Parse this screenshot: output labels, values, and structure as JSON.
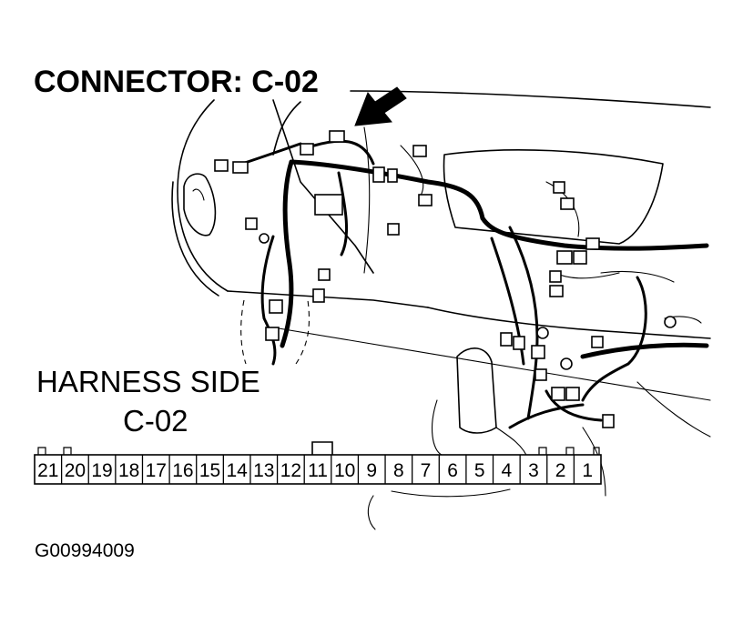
{
  "connector_title": "CONNECTOR: C-02",
  "harness_label_line1": "HARNESS SIDE",
  "harness_label_line2": "C-02",
  "figure_id": "G00994009",
  "pins": [
    "21",
    "20",
    "19",
    "18",
    "17",
    "16",
    "15",
    "14",
    "13",
    "12",
    "11",
    "10",
    "9",
    "8",
    "7",
    "6",
    "5",
    "4",
    "3",
    "2",
    "1"
  ]
}
